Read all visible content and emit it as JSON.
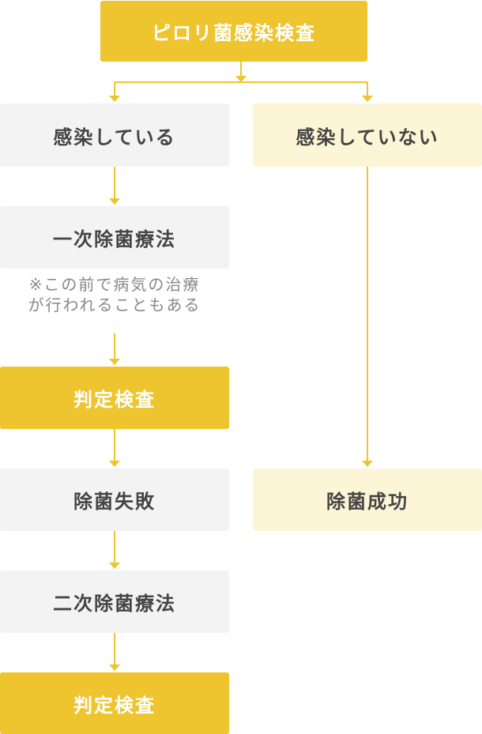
{
  "colors": {
    "accent_yellow": "#eec42f",
    "box_gray": "#f3f3f3",
    "box_cream": "#fcf5d6",
    "text_dark": "#444444",
    "note_gray": "#888888"
  },
  "root": {
    "label": "ピロリ菌感染検査"
  },
  "left_branch": {
    "infected": "感染している",
    "first_eradication": "一次除菌療法",
    "note_line1": "※この前で病気の治療",
    "note_line2": "が行われることもある",
    "first_test": "判定検査",
    "failure": "除菌失敗",
    "second_eradication": "二次除菌療法",
    "second_test": "判定検査"
  },
  "right_branch": {
    "not_infected": "感染していない",
    "success": "除菌成功"
  }
}
